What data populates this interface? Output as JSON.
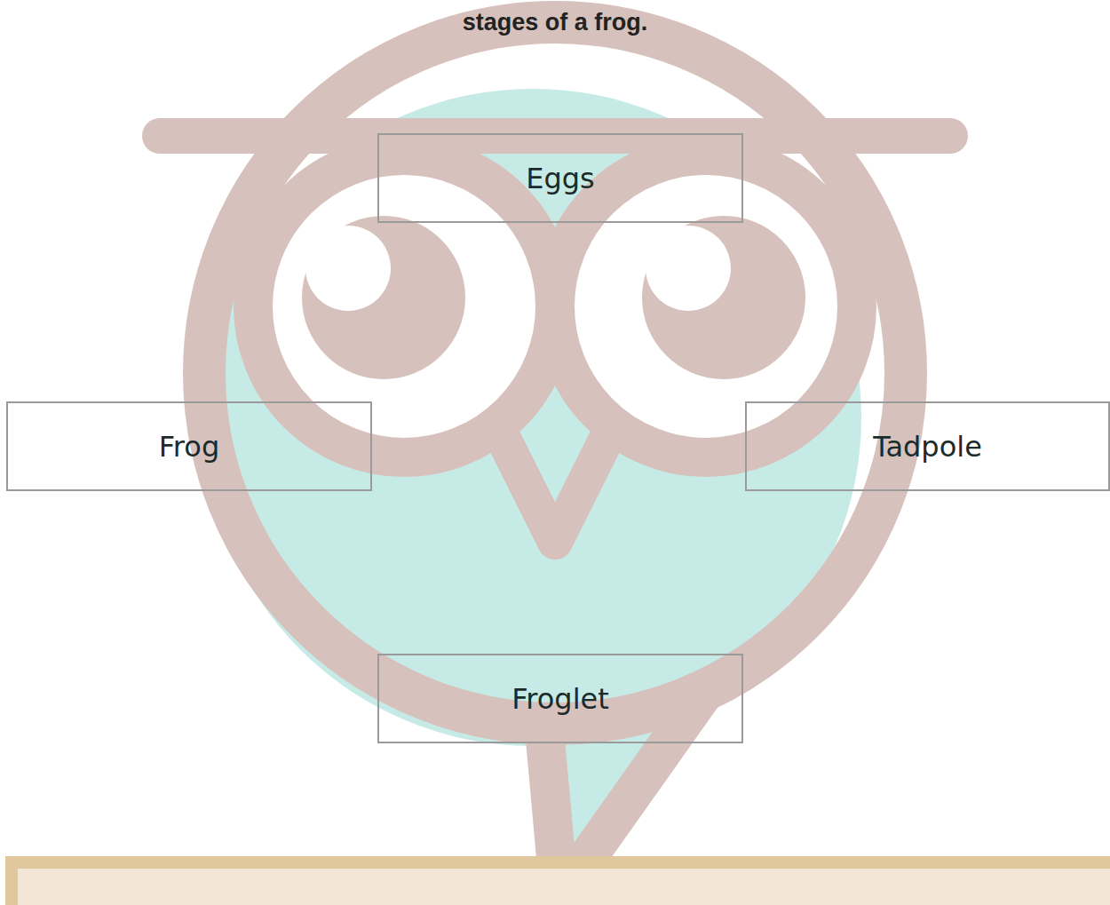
{
  "diagram": {
    "title": "stages of a frog.",
    "nodes": [
      {
        "text": [
          "Eggs"
        ]
      },
      {
        "text": [
          "Frog"
        ]
      },
      {
        "text": [
          "Tadpole"
        ]
      },
      {
        "text": [
          "Froglet"
        ]
      }
    ]
  }
}
